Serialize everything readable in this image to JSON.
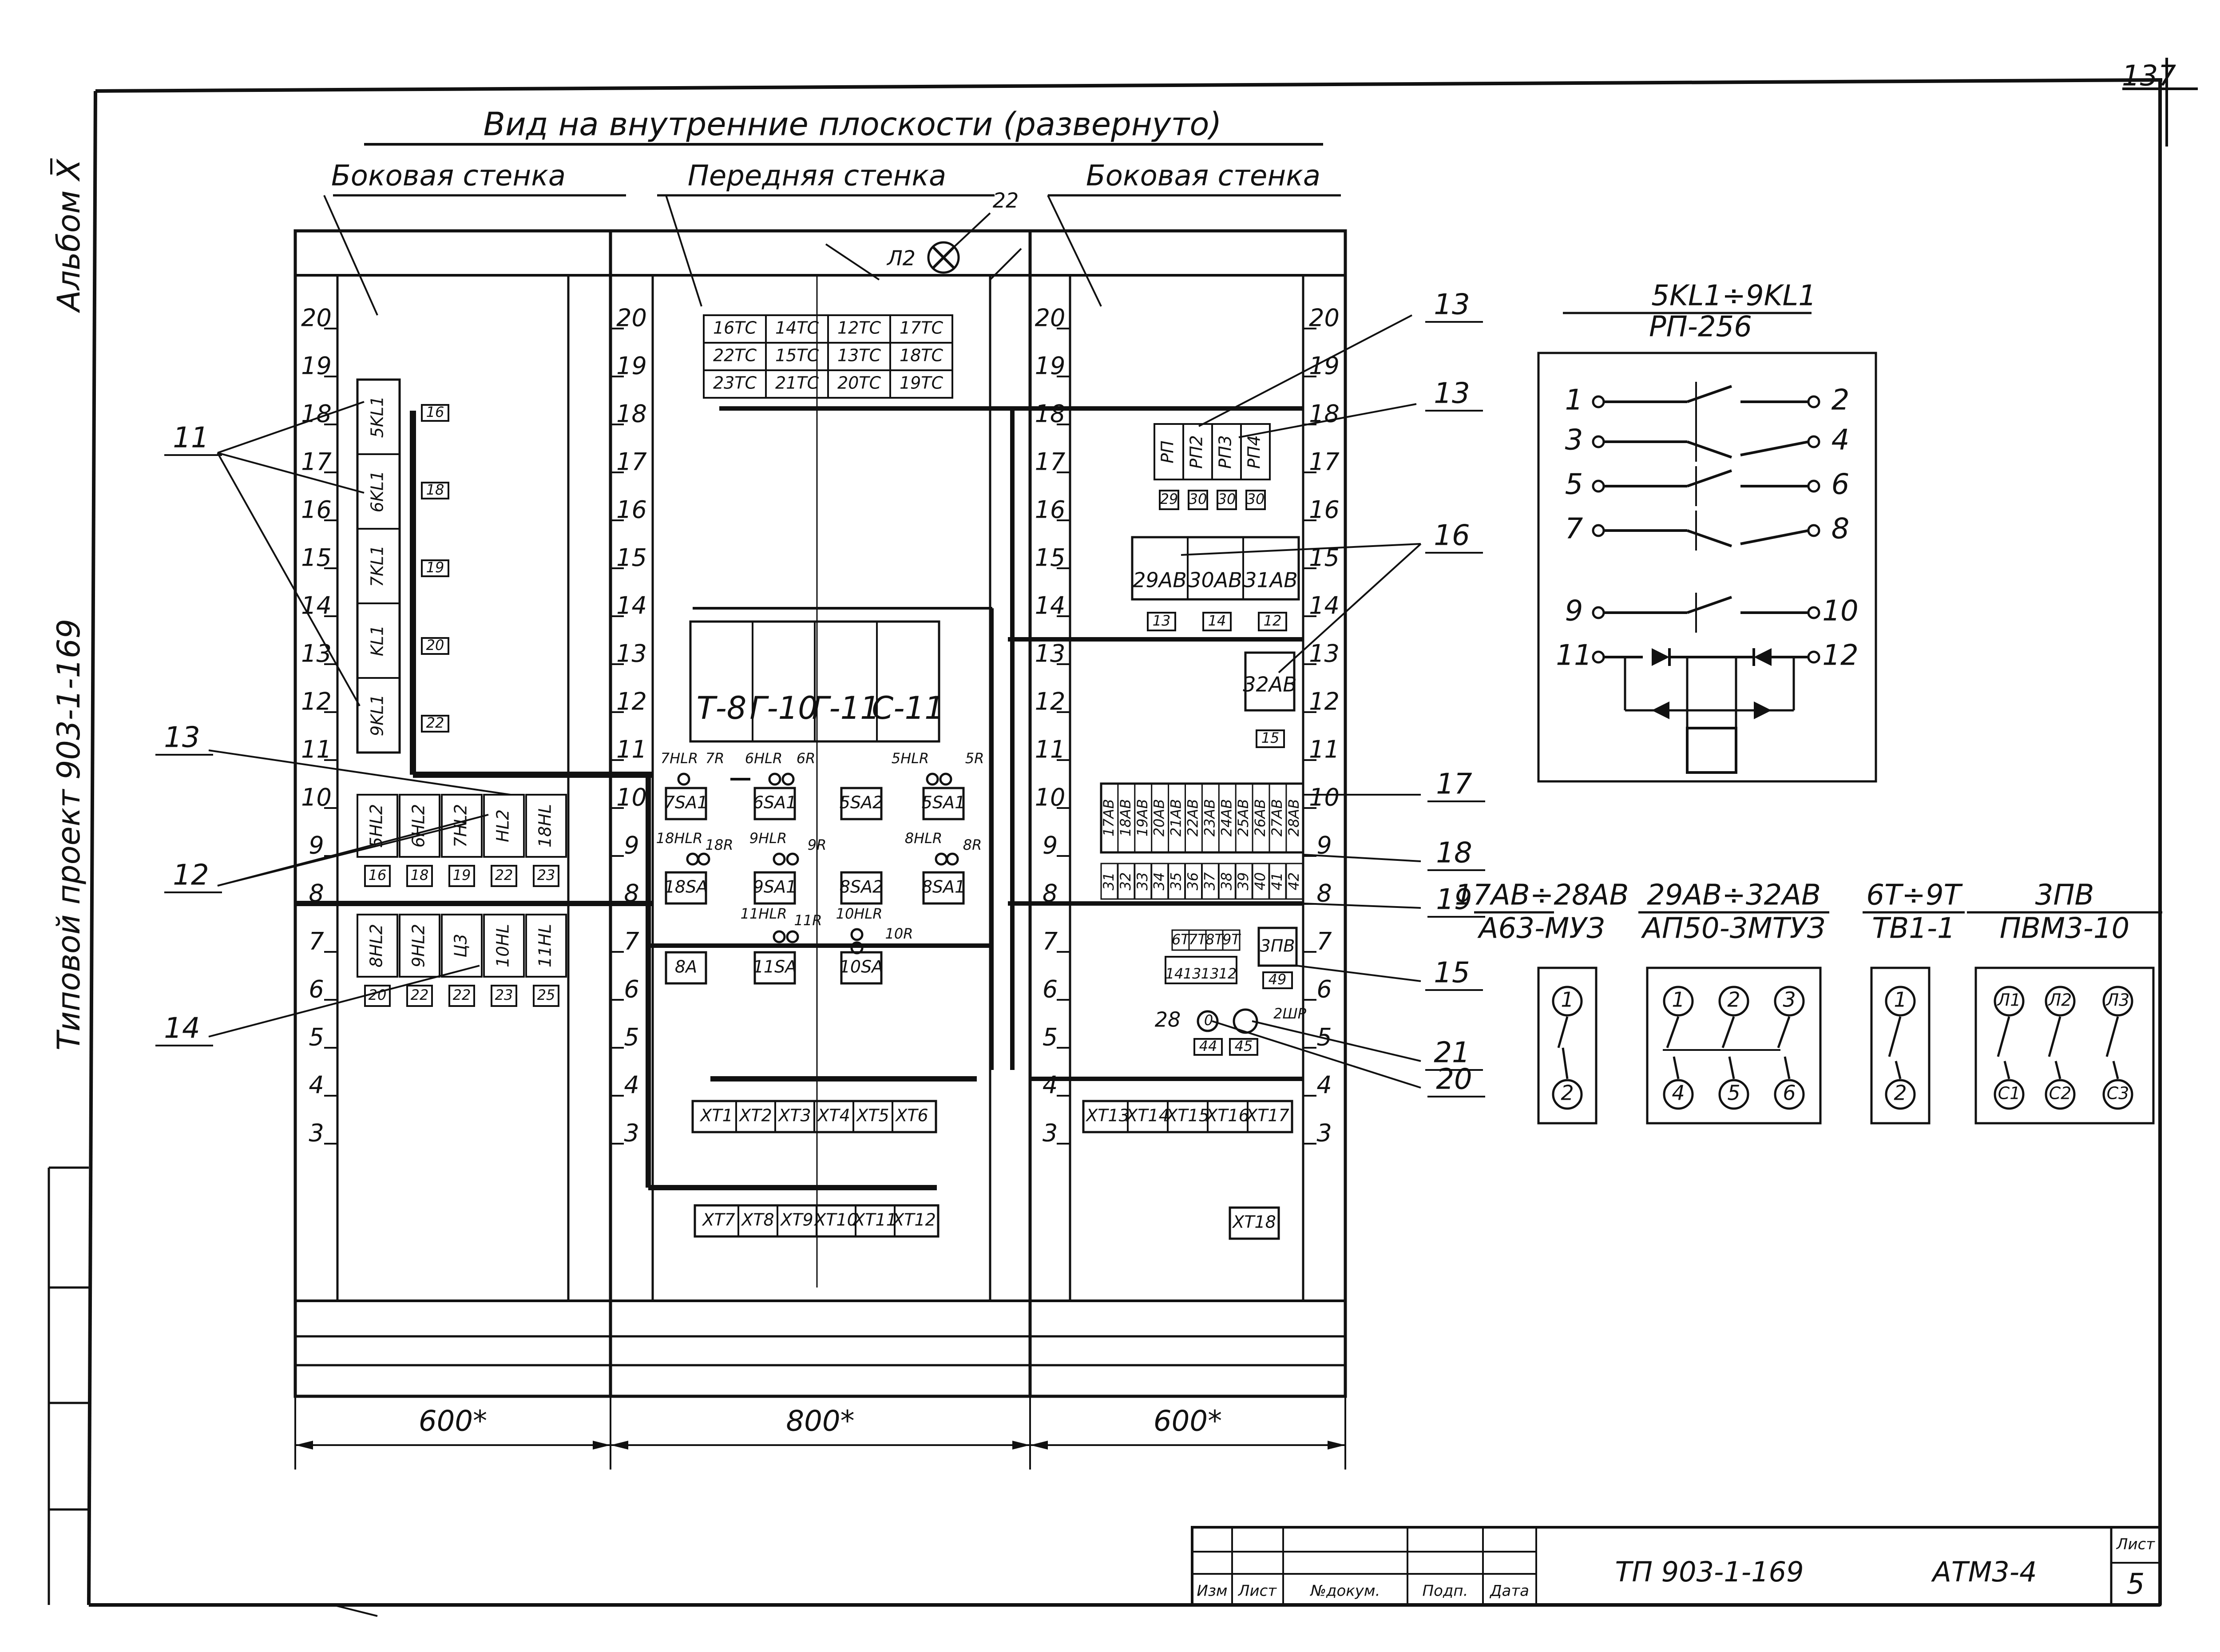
{
  "sheet_number": "137",
  "side_album": "Альбом X̅",
  "side_project": "Типовой проект 903-1-169",
  "title": "Вид на внутренние плоскости (развернуто)",
  "walls": {
    "left": "Боковая стенка",
    "front": "Передняя стенка",
    "right": "Боковая стенка"
  },
  "lamp": {
    "label": "Л2",
    "callout": "22"
  },
  "ruler_numbers": [
    "20",
    "19",
    "18",
    "17",
    "16",
    "15",
    "14",
    "13",
    "12",
    "11",
    "10",
    "9",
    "8",
    "7",
    "6",
    "5",
    "4",
    "3"
  ],
  "dimensions": {
    "left": "600*",
    "middle": "800*",
    "right": "600*"
  },
  "left_panel": {
    "relays": [
      "5KL1",
      "6KL1",
      "7KL1",
      "KL1",
      "9KL1"
    ],
    "relay_tags": [
      "16",
      "18",
      "19",
      "20",
      "22"
    ],
    "upper_row": [
      "5HL2",
      "6HL2",
      "7HL2",
      "HL2",
      "18HL"
    ],
    "upper_tags": [
      "16",
      "18",
      "19",
      "22",
      "23"
    ],
    "lower_row": [
      "8HL2",
      "9HL2",
      "Ц3",
      "10HL",
      "11HL"
    ],
    "lower_tags": [
      "20",
      "22",
      "22",
      "23",
      "25"
    ]
  },
  "front_panel": {
    "tc_rows": [
      [
        "16ТС",
        "14ТС",
        "12ТС",
        "17ТС"
      ],
      [
        "22ТС",
        "15ТС",
        "13ТС",
        "18ТС"
      ],
      [
        "23ТС",
        "21ТС",
        "20ТС",
        "19ТС"
      ]
    ],
    "modules": [
      "Т-8",
      "Г-10",
      "Г-11",
      "С-11"
    ],
    "switches": [
      "7SA1",
      "6SA1",
      "5SA2",
      "5SA1",
      "18SA",
      "9SA1",
      "8SA2",
      "8SA1",
      "8A",
      "11SA",
      "10SA"
    ],
    "indicators": [
      "7HLR",
      "7R",
      "6HLR",
      "6R",
      "5HLR",
      "5R",
      "18HLR",
      "18R",
      "9HLR",
      "9R",
      "8HLR",
      "8R",
      "11HLR",
      "11R",
      "10HLR",
      "10R"
    ],
    "terminals_top": [
      "ХТ1",
      "ХТ2",
      "ХТ3",
      "ХТ4",
      "ХТ5",
      "ХТ6"
    ],
    "terminals_bottom": [
      "ХТ7",
      "ХТ8",
      "ХТ9",
      "ХТ10",
      "ХТ11",
      "ХТ12"
    ]
  },
  "right_panel": {
    "rp": [
      "РП",
      "РП2",
      "РП3",
      "РП4"
    ],
    "rp_tags": [
      "29",
      "30",
      "30",
      "30"
    ],
    "ab_group": [
      "29АВ",
      "30АВ",
      "31АВ"
    ],
    "ab_tags": [
      "13",
      "14",
      "12"
    ],
    "ab32": "32АВ",
    "ab32_tag": "15",
    "breaker_row": [
      "17АВ",
      "18АВ",
      "19АВ",
      "20АВ",
      "21АВ",
      "22АВ",
      "23АВ",
      "24АВ",
      "25АВ",
      "26АВ",
      "27АВ",
      "28АВ"
    ],
    "breaker_numbers": [
      "31",
      "32",
      "33",
      "34",
      "35",
      "36",
      "37",
      "38",
      "39",
      "40",
      "41",
      "42"
    ],
    "t_row": [
      "6Т",
      "7Т",
      "8Т",
      "9Т"
    ],
    "t_tags": [
      "14",
      "13",
      "13",
      "12"
    ],
    "pv": "3ПВ",
    "pv_tag": "49",
    "item28": "28",
    "item28_tags": [
      "44",
      "45"
    ],
    "plug": "2ШР",
    "terminals": [
      "ХТ13",
      "ХТ14",
      "ХТ15",
      "ХТ16",
      "ХТ17"
    ],
    "terminal_single": "ХТ18"
  },
  "callouts": [
    "11",
    "12",
    "13",
    "13",
    "14",
    "13",
    "16",
    "17",
    "18",
    "19",
    "15",
    "21",
    "20"
  ],
  "relay_diagram": {
    "title": "5KL1÷9KL1",
    "subtitle": "РП-256",
    "pins_left": [
      "1",
      "3",
      "5",
      "7",
      "9",
      "11"
    ],
    "pins_right": [
      "2",
      "4",
      "6",
      "8",
      "10",
      "12"
    ]
  },
  "components": [
    {
      "range": "17АВ÷28АВ",
      "type": "А63-МУЗ",
      "pins": [
        "1",
        "2"
      ]
    },
    {
      "range": "29АВ÷32АВ",
      "type": "АП50-3МТУЗ",
      "pins": [
        "1",
        "2",
        "3",
        "4",
        "5",
        "6"
      ]
    },
    {
      "range": "6Т÷9Т",
      "type": "ТВ1-1",
      "pins": [
        "1",
        "2"
      ]
    },
    {
      "range": "3ПВ",
      "type": "ПВМ3-10",
      "pins": [
        "Л1",
        "Л2",
        "Л3",
        "С1",
        "С2",
        "С3"
      ]
    }
  ],
  "stamp": {
    "headers": [
      "Изм",
      "Лист",
      "№докум.",
      "Подп.",
      "Дата"
    ],
    "doc_number": "ТП 903-1-169",
    "code": "АТМ3-4",
    "sheet_label": "Лист",
    "sheet": "5"
  }
}
